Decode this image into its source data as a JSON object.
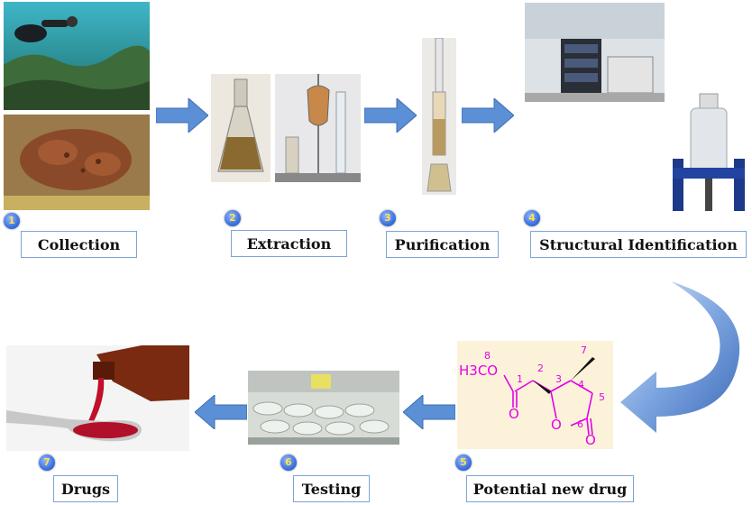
{
  "steps": [
    {
      "number": "1",
      "label": "Collection"
    },
    {
      "number": "2",
      "label": "Extraction"
    },
    {
      "number": "3",
      "label": "Purification"
    },
    {
      "number": "4",
      "label": "Structural Identification"
    },
    {
      "number": "5",
      "label": "Potential new drug"
    },
    {
      "number": "6",
      "label": "Testing"
    },
    {
      "number": "7",
      "label": "Drugs"
    }
  ],
  "molecule": {
    "group": "H3CO",
    "atom_numbers": [
      "8",
      "1",
      "2",
      "3",
      "4",
      "5",
      "6",
      "7"
    ],
    "atoms": [
      "O",
      "O",
      "O"
    ],
    "color": "#e600e6"
  },
  "colors": {
    "arrow": "#5b8fd6",
    "label_border": "#7aa6d6",
    "badge": "#3d72e0",
    "badge_text": "#ffe24a"
  }
}
